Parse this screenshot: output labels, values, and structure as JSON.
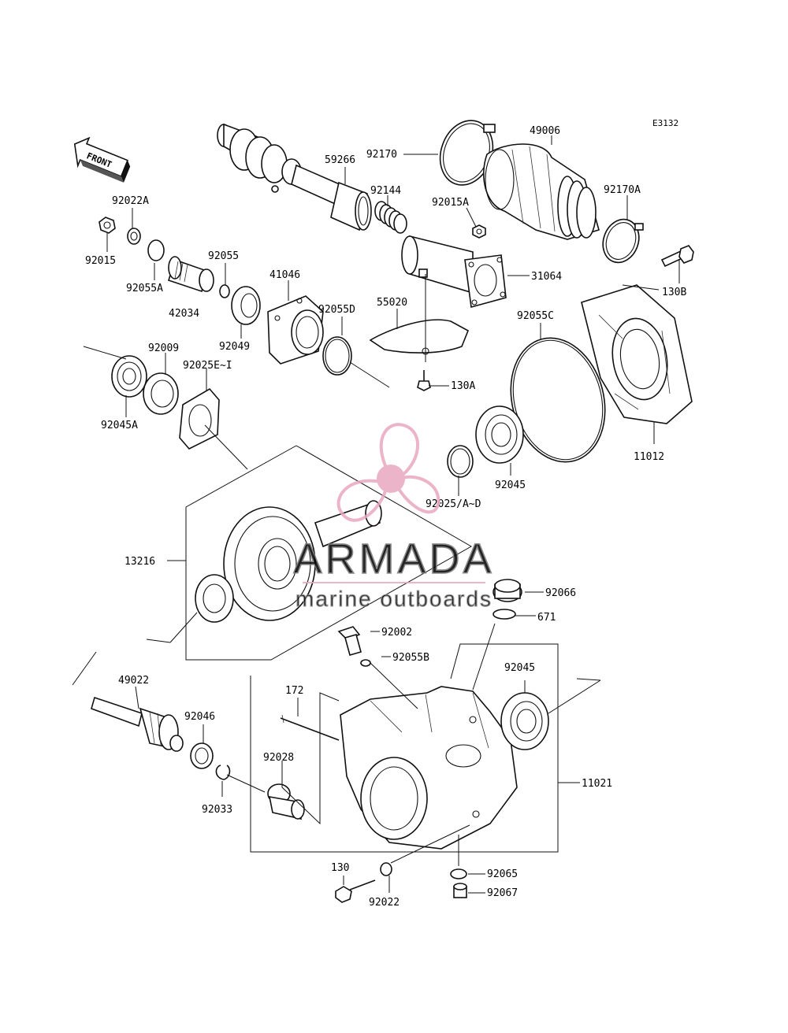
{
  "diagram_code": "E3132",
  "front_arrow_label": "FRONT",
  "parts": [
    {
      "id": "p49006",
      "number": "49006"
    },
    {
      "id": "p92170",
      "number": "92170"
    },
    {
      "id": "p59266",
      "number": "59266"
    },
    {
      "id": "p92144",
      "number": "92144"
    },
    {
      "id": "p92015A",
      "number": "92015A"
    },
    {
      "id": "p92170A",
      "number": "92170A"
    },
    {
      "id": "p92022A",
      "number": "92022A"
    },
    {
      "id": "p92015",
      "number": "92015"
    },
    {
      "id": "p92055A",
      "number": "92055A"
    },
    {
      "id": "p92055",
      "number": "92055"
    },
    {
      "id": "p42034",
      "number": "42034"
    },
    {
      "id": "p41046",
      "number": "41046"
    },
    {
      "id": "p92049",
      "number": "92049"
    },
    {
      "id": "p92055D",
      "number": "92055D"
    },
    {
      "id": "p55020",
      "number": "55020"
    },
    {
      "id": "p31064",
      "number": "31064"
    },
    {
      "id": "p130B",
      "number": "130B"
    },
    {
      "id": "p92055C",
      "number": "92055C"
    },
    {
      "id": "p130A",
      "number": "130A"
    },
    {
      "id": "p92009",
      "number": "92009"
    },
    {
      "id": "p92025E",
      "number": "92025E~I"
    },
    {
      "id": "p92045A",
      "number": "92045A"
    },
    {
      "id": "p11012",
      "number": "11012"
    },
    {
      "id": "p92045top",
      "number": "92045"
    },
    {
      "id": "p92025A",
      "number": "92025/A~D"
    },
    {
      "id": "p13216",
      "number": "13216"
    },
    {
      "id": "p92066",
      "number": "92066"
    },
    {
      "id": "p671",
      "number": "671"
    },
    {
      "id": "p92002",
      "number": "92002"
    },
    {
      "id": "p92055B",
      "number": "92055B"
    },
    {
      "id": "p49022",
      "number": "49022"
    },
    {
      "id": "p92045low",
      "number": "92045"
    },
    {
      "id": "p172",
      "number": "172"
    },
    {
      "id": "p92046",
      "number": "92046"
    },
    {
      "id": "p92028",
      "number": "92028"
    },
    {
      "id": "p11021",
      "number": "11021"
    },
    {
      "id": "p92033",
      "number": "92033"
    },
    {
      "id": "p130",
      "number": "130"
    },
    {
      "id": "p92065",
      "number": "92065"
    },
    {
      "id": "p92022",
      "number": "92022"
    },
    {
      "id": "p92067",
      "number": "92067"
    }
  ],
  "watermark": {
    "brand": "ARMADA",
    "tagline": "marine outboards",
    "color": "#e8a7c0"
  }
}
